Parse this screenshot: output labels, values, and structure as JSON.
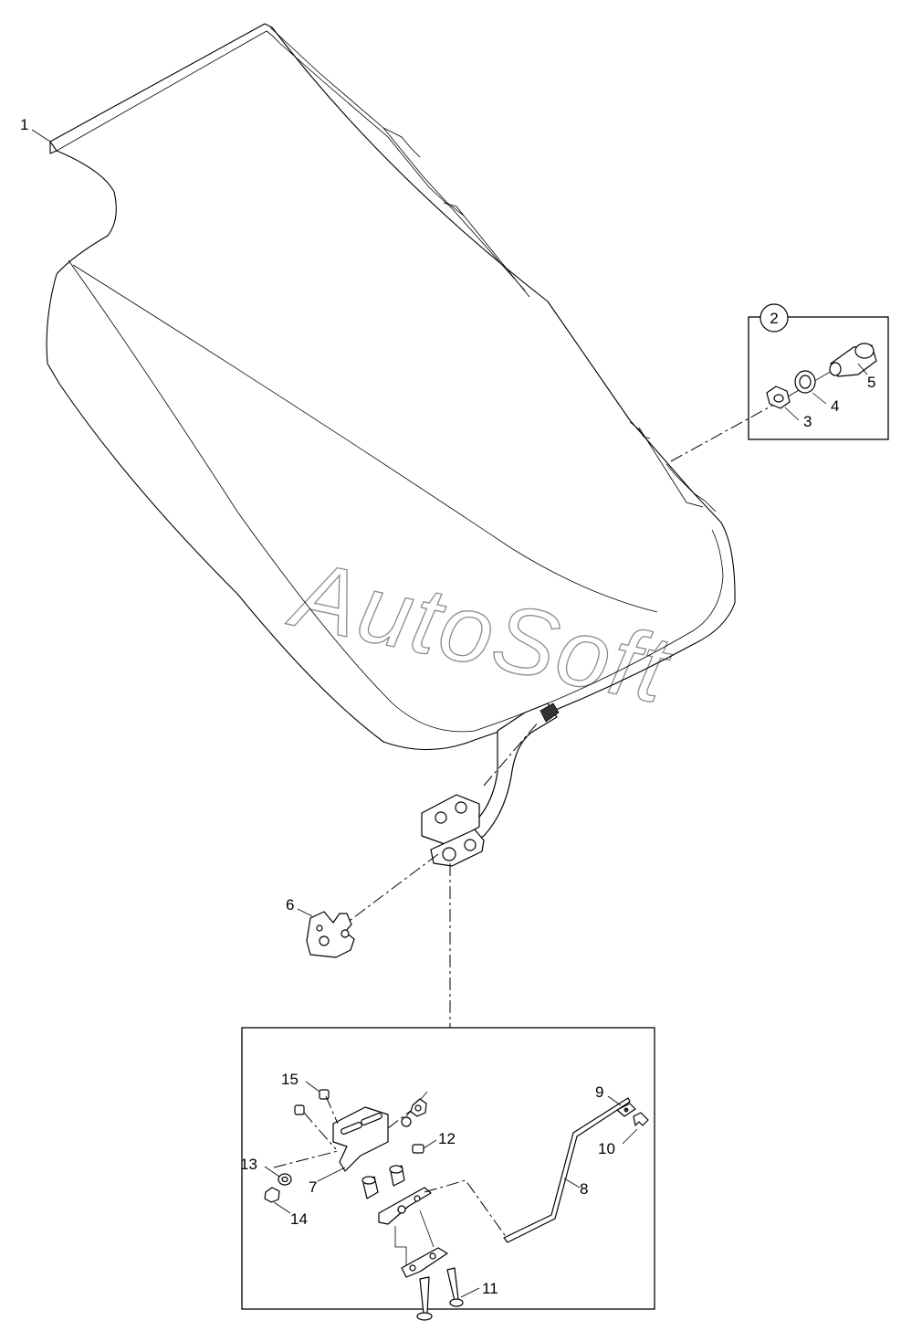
{
  "watermark": "AutoSoft",
  "callouts": {
    "p1": "1",
    "p2": "2",
    "p3": "3",
    "p4": "4",
    "p5": "5",
    "p6": "6",
    "p7": "7",
    "p8": "8",
    "p9": "9",
    "p10": "10",
    "p11": "11",
    "p12": "12",
    "p13": "13",
    "p14": "14",
    "p15": "15"
  }
}
